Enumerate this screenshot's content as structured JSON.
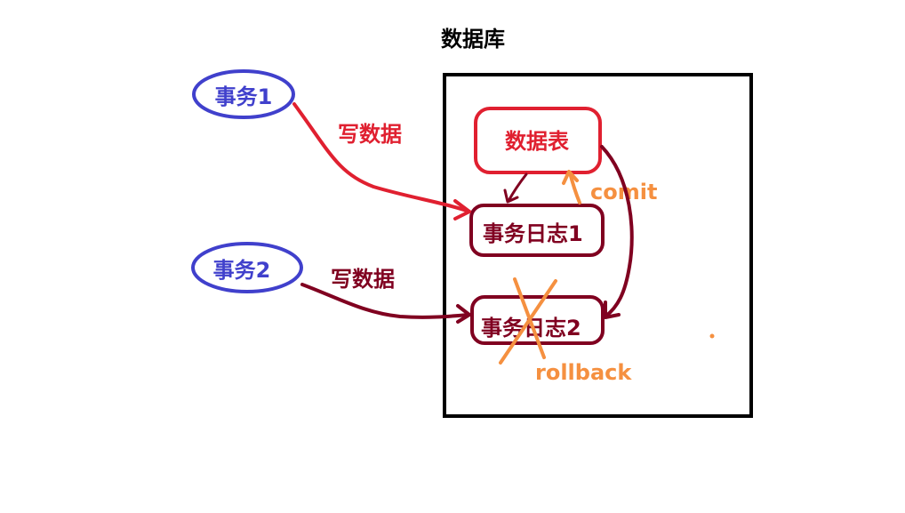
{
  "title": "数据库",
  "transactions": [
    {
      "label": "事务1"
    },
    {
      "label": "事务2"
    }
  ],
  "table_box": {
    "label": "数据表"
  },
  "log_boxes": [
    {
      "label": "事务日志1"
    },
    {
      "label": "事务日志2"
    }
  ],
  "edge_labels": {
    "write1": "写数据",
    "write2": "写数据",
    "commit": "comit",
    "rollback": "rollback"
  },
  "colors": {
    "transaction": "#4040cc",
    "red": "#e02030",
    "dark_red": "#800020",
    "orange": "#f59040",
    "border": "#000000"
  }
}
